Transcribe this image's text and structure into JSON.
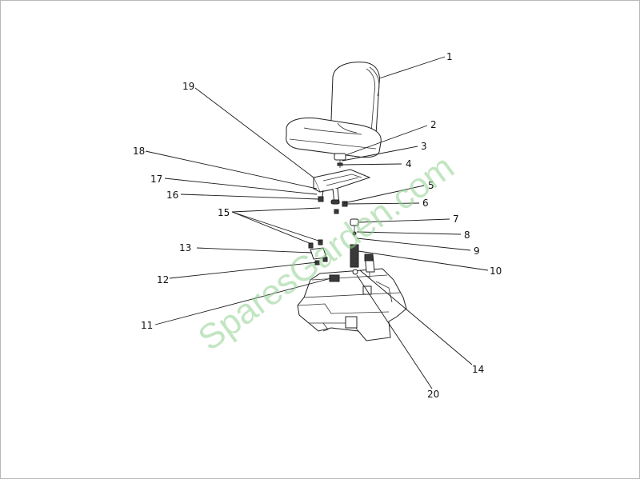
{
  "watermark": "SparesGarden.com",
  "callouts": [
    "1",
    "2",
    "3",
    "4",
    "5",
    "6",
    "7",
    "8",
    "9",
    "10",
    "11",
    "12",
    "13",
    "14",
    "15",
    "16",
    "17",
    "18",
    "19",
    "20"
  ]
}
